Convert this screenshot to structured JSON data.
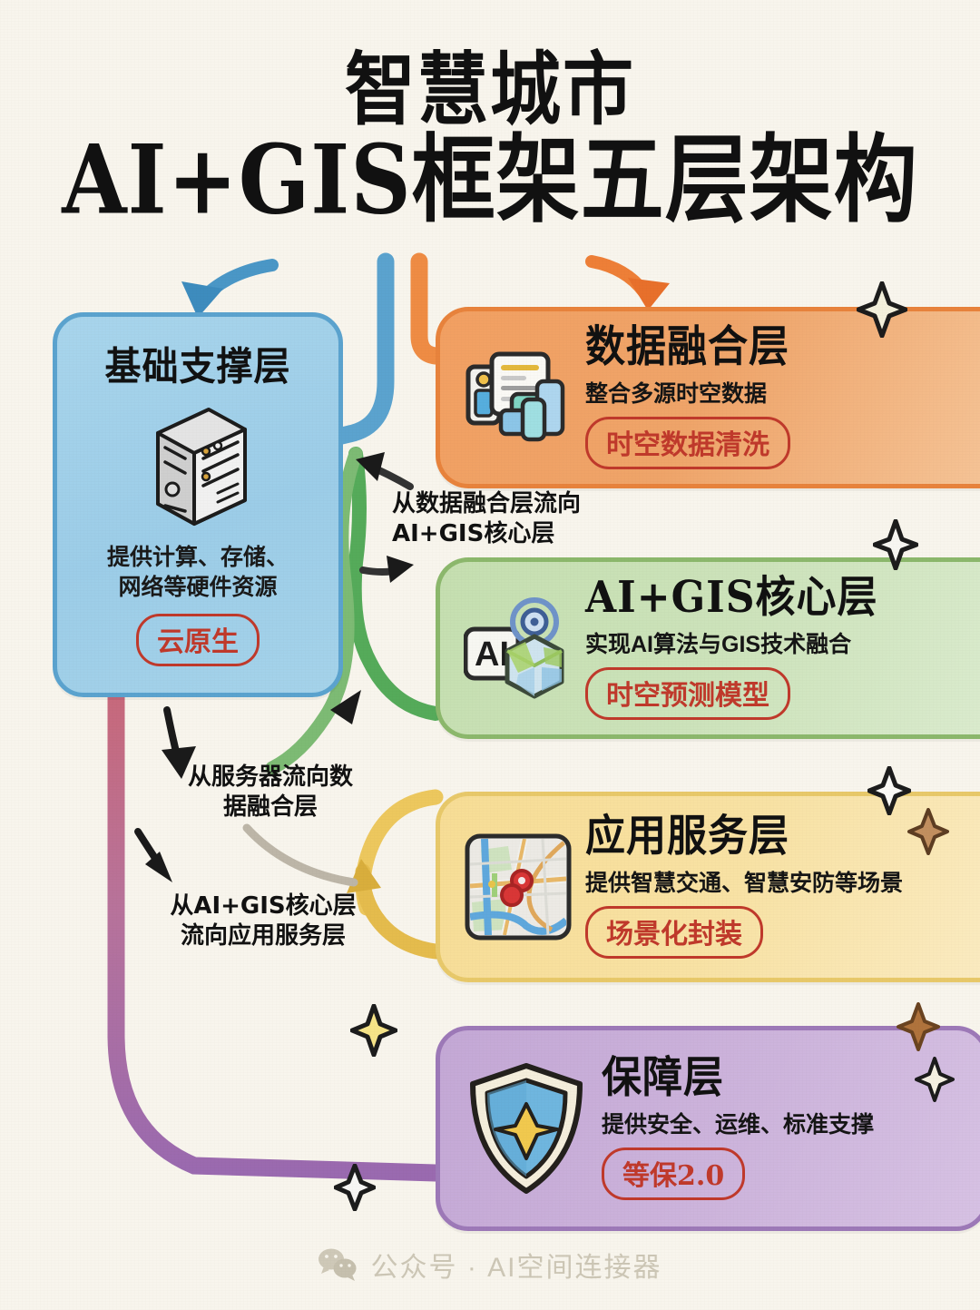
{
  "title": {
    "line1": "智慧城市",
    "line2": "AI+GIS框架五层架构"
  },
  "colors": {
    "background": "#f8f5ed",
    "blue": "#5ba3cf",
    "orange": "#e8833c",
    "green": "#8cb86c",
    "yellow": "#e8c96a",
    "purple": "#9d79b8",
    "tag_red": "#c0392b",
    "red_line": "#c86b7a"
  },
  "cards": {
    "base": {
      "title": "基础支撑层",
      "desc_line1": "提供计算、存储、",
      "desc_line2": "网络等硬件资源",
      "tag": "云原生",
      "icon": "server-icon"
    },
    "data": {
      "title": "数据融合层",
      "desc": "整合多源时空数据",
      "tag": "时空数据清洗",
      "icon": "data-documents-icon"
    },
    "core": {
      "title": "AI+GIS核心层",
      "desc": "实现AI算法与GIS技术融合",
      "tag": "时空预测模型",
      "icon": "ai-map-icon"
    },
    "app": {
      "title": "应用服务层",
      "desc": "提供智慧交通、智慧安防等场景",
      "tag": "场景化封装",
      "icon": "map-pin-icon"
    },
    "security": {
      "title": "保障层",
      "desc": "提供安全、运维、标准支撑",
      "tag": "等保2.0",
      "icon": "shield-icon"
    }
  },
  "annotations": {
    "note1_line1": "从数据融合层流向",
    "note1_line2": "AI+GIS核心层",
    "note2_line1": "从服务器流向数",
    "note2_line2": "据融合层",
    "note3_line1": "从AI+GIS核心层",
    "note3_line2": "流向应用服务层"
  },
  "footer": {
    "icon": "wechat-icon",
    "text": "公众号 · AI空间连接器"
  }
}
